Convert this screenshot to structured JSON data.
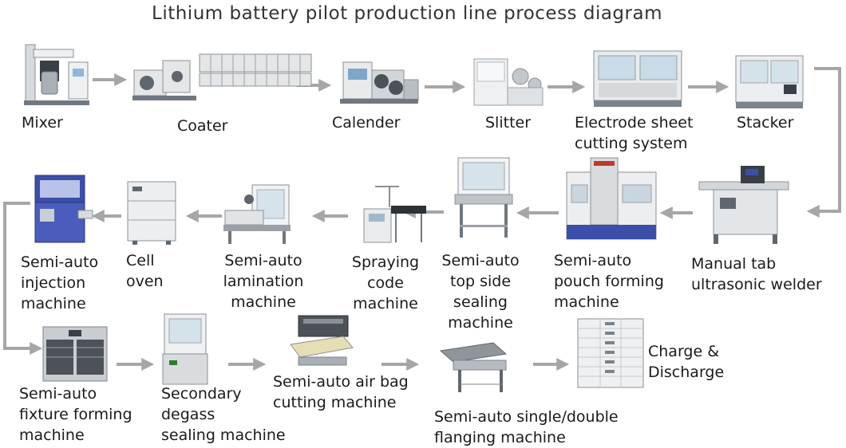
{
  "title": "Lithium battery pilot production line process diagram",
  "steps": [
    {
      "label": "Mixer",
      "icon": "mixer-icon"
    },
    {
      "label": "Coater",
      "icon": "coater-icon"
    },
    {
      "label": "Calender",
      "icon": "calender-icon"
    },
    {
      "label": "Slitter",
      "icon": "slitter-icon"
    },
    {
      "label": "Electrode sheet\ncutting system",
      "icon": "cutting-system-icon"
    },
    {
      "label": "Stacker",
      "icon": "stacker-icon"
    },
    {
      "label": "Manual tab\nultrasonic welder",
      "icon": "welder-icon"
    },
    {
      "label": "Semi-auto\npouch forming\nmachine",
      "icon": "pouch-forming-icon"
    },
    {
      "label": "Semi-auto\ntop side\nsealing\nmachine",
      "icon": "top-side-sealing-icon"
    },
    {
      "label": "Spraying\ncode\nmachine",
      "icon": "spraying-code-icon"
    },
    {
      "label": "Semi-auto\nlamination\nmachine",
      "icon": "lamination-icon"
    },
    {
      "label": "Cell\noven",
      "icon": "oven-icon"
    },
    {
      "label": "Semi-auto\ninjection\nmachine",
      "icon": "injection-icon"
    },
    {
      "label": "Semi-auto\nfixture forming\nmachine",
      "icon": "fixture-forming-icon"
    },
    {
      "label": "Secondary\ndegass\nsealing machine",
      "icon": "degass-sealing-icon"
    },
    {
      "label": "Semi-auto air bag\ncutting machine",
      "icon": "airbag-cutting-icon"
    },
    {
      "label": "Semi-auto single/double\nflanging machine",
      "icon": "flanging-icon"
    },
    {
      "label": "Charge &\nDischarge",
      "icon": "charge-discharge-icon"
    }
  ],
  "colors": {
    "arrow": "#a6a6a6",
    "machine": "#e6e8ea",
    "machine_dark": "#6f7780",
    "accent_blue": "#3b4fa8"
  }
}
